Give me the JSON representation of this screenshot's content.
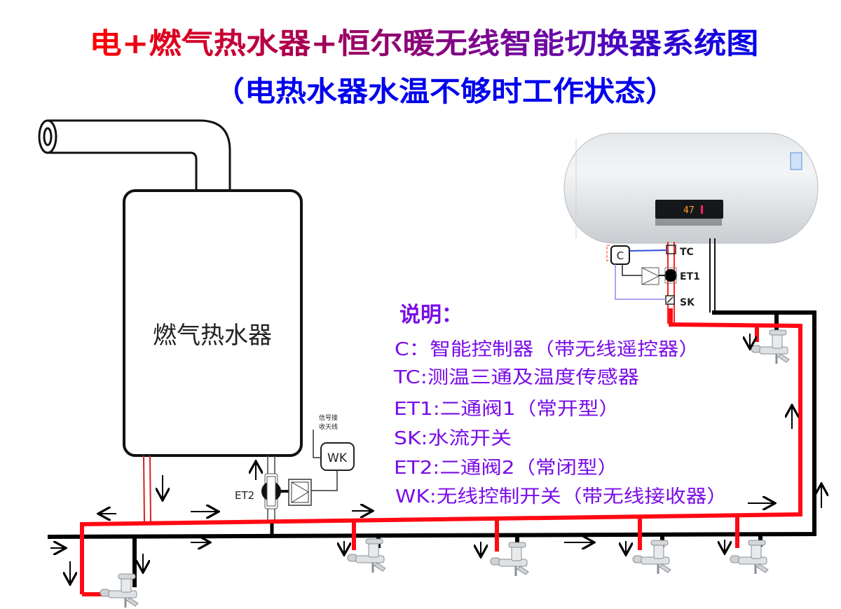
{
  "title": {
    "line1": "电+燃气热水器+恒尔暖无线智能切换器系统图",
    "line2": "（电热水器水温不够时工作状态）",
    "colors": {
      "gradient_start": "#ff0000",
      "gradient_end": "#0000ee",
      "line2": "#0000ee"
    }
  },
  "gas_heater": {
    "label": "燃气热水器"
  },
  "electric_heater": {
    "display_temp": "47"
  },
  "components": {
    "c": "C",
    "tc": "TC",
    "et1": "ET1",
    "sk": "SK",
    "et2": "ET2",
    "wk": "WK",
    "antenna_line1": "信号接",
    "antenna_line2": "收天线"
  },
  "legend": {
    "heading": "说明：",
    "items": [
      "C：智能控制器（带无线遥控器）",
      "TC:测温三通及温度传感器",
      "ET1:二通阀1（常开型）",
      "SK:水流开关",
      "ET2:二通阀2（常闭型）",
      "WK:无线控制开关（带无线接收器）"
    ],
    "color": "#7a0ce8"
  },
  "pipes": {
    "hot_color": "#ff0a14",
    "cold_color": "#000000"
  }
}
